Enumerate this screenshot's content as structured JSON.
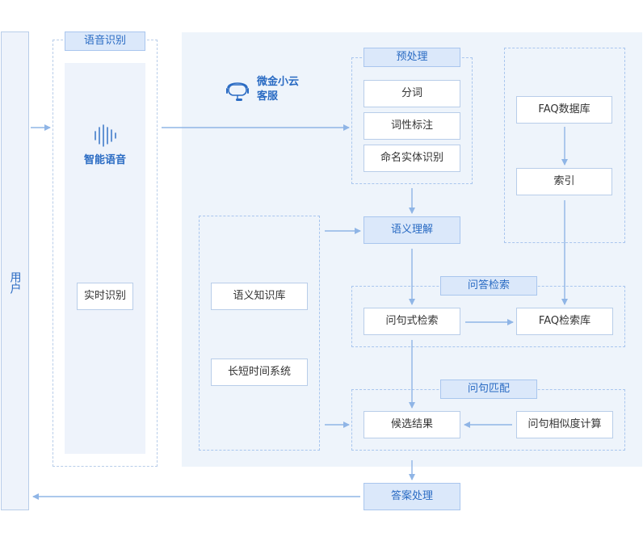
{
  "user": {
    "label": "用户"
  },
  "asr": {
    "title": "语音识别",
    "brand": "智能语音",
    "realtime": "实时识别"
  },
  "brand": {
    "line1": "微金小云",
    "line2": "客服"
  },
  "preprocess": {
    "title": "预处理",
    "items": [
      "分词",
      "词性标注",
      "命名实体识别"
    ]
  },
  "faq_db": {
    "database": "FAQ数据库",
    "index": "索引"
  },
  "knowledge": {
    "semantic_kb": "语义知识库",
    "memory_system": "长短时间系统"
  },
  "semantic_understanding": "语义理解",
  "qa_search": {
    "title": "问答检索",
    "question_search": "问句式检索",
    "faq_library": "FAQ检索库"
  },
  "matching": {
    "title": "问句匹配",
    "candidates": "候选结果",
    "similarity": "问句相似度计算"
  },
  "answer": "答案处理",
  "colors": {
    "accent": "#2a6bc3",
    "arrow": "#8fb5e6",
    "panel": "#eef4fb"
  }
}
